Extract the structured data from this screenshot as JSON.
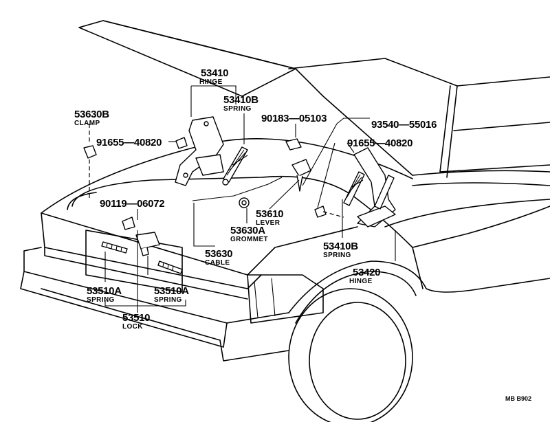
{
  "labels": {
    "l53410": {
      "part": "53410",
      "name": "HINGE"
    },
    "l53410b_top": {
      "part": "53410B",
      "name": "SPRING"
    },
    "l53630b": {
      "part": "53630B",
      "name": "CLAMP"
    },
    "l91655_left": {
      "part": "91655—40820",
      "name": ""
    },
    "l90183": {
      "part": "90183—05103",
      "name": ""
    },
    "l93540": {
      "part": "93540—55016",
      "name": ""
    },
    "l91655_right": {
      "part": "91655—40820",
      "name": ""
    },
    "l90119": {
      "part": "90119—06072",
      "name": ""
    },
    "l53610": {
      "part": "53610",
      "name": "LEVER"
    },
    "l53630a": {
      "part": "53630A",
      "name": "GROMMET"
    },
    "l53630": {
      "part": "53630",
      "name": "CABLE"
    },
    "l53410b_right": {
      "part": "53410B",
      "name": "SPRING"
    },
    "l53420": {
      "part": "53420",
      "name": "HINGE"
    },
    "l53510a_left": {
      "part": "53510A",
      "name": "SPRING"
    },
    "l53510a_right": {
      "part": "53510A",
      "name": "SPRING"
    },
    "l53510": {
      "part": "53510",
      "name": "LOCK"
    }
  },
  "figure_code": "MB B902"
}
